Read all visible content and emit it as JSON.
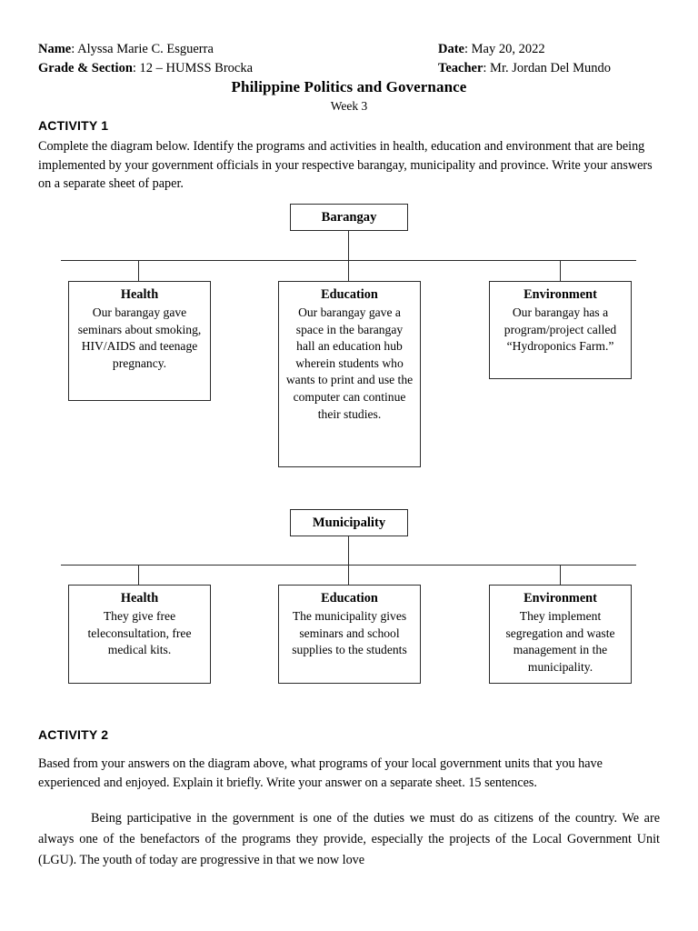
{
  "header": {
    "name_label": "Name",
    "name_value": ": Alyssa Marie C. Esguerra",
    "date_label": "Date",
    "date_value": ": May 20, 2022",
    "grade_label": "Grade & Section",
    "grade_value": ": 12 – HUMSS Brocka",
    "teacher_label": "Teacher",
    "teacher_value": ": Mr. Jordan Del Mundo",
    "title": "Philippine Politics and Governance",
    "subtitle": "Week 3"
  },
  "activity1": {
    "heading": "ACTIVITY 1",
    "instructions": "Complete the diagram below. Identify the programs and activities in health, education and environment that are being implemented by your government officials in your respective barangay, municipality and province. Write your answers on a separate sheet of paper."
  },
  "activity2": {
    "heading": "ACTIVITY 2",
    "instructions": "Based from your answers on the diagram above, what programs of your local government units that you have experienced and enjoyed. Explain it briefly. Write your answer on a separate sheet. 15 sentences.",
    "essay": "Being participative in the government is one of the duties we must do as citizens of the country. We are always one of the benefactors of the programs they provide, especially the projects of the Local Government Unit (LGU). The youth of today are progressive in that we now love"
  },
  "diagram": {
    "groups": [
      {
        "root": "Barangay",
        "children": [
          {
            "title": "Health",
            "text": "Our barangay gave seminars about smoking, HIV/AIDS and teenage pregnancy."
          },
          {
            "title": "Education",
            "text": "Our barangay gave a space in the barangay hall an education hub wherein students who wants to print and use the computer can continue their studies."
          },
          {
            "title": "Environment",
            "text": "Our barangay has a program/project called “Hydroponics Farm.”"
          }
        ]
      },
      {
        "root": "Municipality",
        "children": [
          {
            "title": "Health",
            "text": "They give free teleconsultation, free medical kits."
          },
          {
            "title": "Education",
            "text": "The municipality gives seminars and school supplies to the students"
          },
          {
            "title": "Environment",
            "text": "They implement segregation and waste management in the municipality."
          }
        ]
      }
    ]
  },
  "colors": {
    "page_background": "#ffffff",
    "text": "#000000",
    "box_border": "#2a2a2a"
  }
}
